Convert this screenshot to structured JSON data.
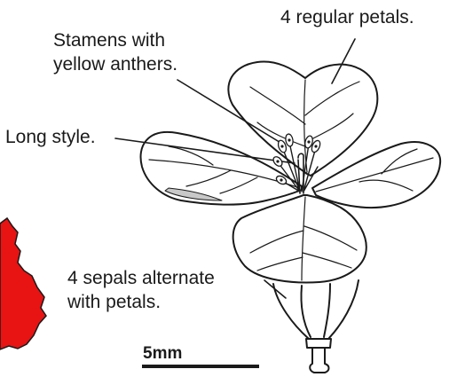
{
  "labels": {
    "petals": "4 regular petals.",
    "stamens": [
      "Stamens with",
      "yellow anthers."
    ],
    "style": "Long style.",
    "sepals": [
      "4 sepals alternate",
      "with petals."
    ],
    "scale": "5mm"
  },
  "colors": {
    "ink": "#1a1a1a",
    "map_fill": "#e81313",
    "background": "#ffffff"
  }
}
